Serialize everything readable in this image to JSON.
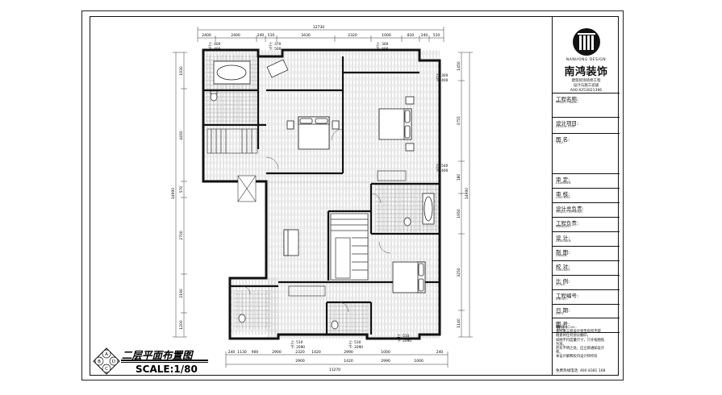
{
  "drawing": {
    "title": "二层平面布置图",
    "scale": "SCALE:1/80",
    "compass_letters": [
      "A",
      "B",
      "C",
      "D"
    ]
  },
  "title_block": {
    "brand_en": "NANHONG DESIGN",
    "brand_cn": "南鸿装饰",
    "brand_sub1": "建筑装饰装修工程",
    "brand_sub2": "设计与施工贰级",
    "brand_sub3": "A00:X253021396",
    "rows": [
      {
        "cn": "工程名称:",
        "en": "PROJECT NAME:"
      },
      {
        "cn": "设计项目:",
        "en": "DESIGN ITEM:"
      },
      {
        "cn": "图  名:",
        "en": "TITLE:"
      },
      {
        "cn": "审   定:",
        "en": "EXAMINER:"
      },
      {
        "cn": "审   核:",
        "en": "CHECKED:"
      },
      {
        "cn": "设计总负责:",
        "en": "PROJECT APPROVE:"
      },
      {
        "cn": "工程负责:",
        "en": "MANAGER:"
      },
      {
        "cn": "设    计:",
        "en": "DESIGNER:"
      },
      {
        "cn": "制    图:",
        "en": "DRAWN:"
      },
      {
        "cn": "校    对:",
        "en": "CHECKER:"
      },
      {
        "cn": "比    例:",
        "en": "SCALE:"
      },
      {
        "cn": "工程编号:",
        "en": "JOB NO.:"
      },
      {
        "cn": "日    期:",
        "en": "DATE:"
      },
      {
        "cn": "图    号:",
        "en": "DRAWING NO.:"
      }
    ],
    "note_title": "备注:",
    "note_lines": [
      "本图本工程设计师专有所不得",
      "随意将任何部分翻印。",
      "如图不符度量尺寸，只许按图纸",
      "为准。",
      "若有不明之处，应立即通知设计",
      "师。",
      "本设计解释权归设计师所有"
    ],
    "phone": "免费热线电话: 400 8381 168"
  },
  "dimensions": {
    "top_total": "12730",
    "top_segments": [
      "2400",
      "2400",
      "240",
      "510",
      "3430",
      "2320",
      "1000",
      "810",
      "240",
      "510"
    ],
    "bottom_total": "11270",
    "bottom_segments": [
      "240",
      "1130",
      "900",
      "2900",
      "2320",
      "1420",
      "2990",
      "1000",
      "240"
    ],
    "bottom_segments2": [
      "2900",
      "1420",
      "2990",
      "1000"
    ],
    "left_total": "14990",
    "left_segments": [
      "1930",
      "4450",
      "570",
      "2700",
      "2190",
      "1200"
    ],
    "right_segments": [
      "1450",
      "3755",
      "180",
      "1950",
      "3250",
      "1140"
    ],
    "right_total": "14990"
  },
  "elevations": [
    {
      "label": "上: 400",
      "sub": "下: 400"
    },
    {
      "label": "上: 370",
      "sub": "下: 500"
    },
    {
      "label": "上: 300",
      "sub": "下: 400"
    },
    {
      "label": "上: 300",
      "sub": "下: 400"
    },
    {
      "label": "上: 540",
      "sub": "下: 400"
    },
    {
      "label": "上: 510",
      "sub": "下: 2090"
    },
    {
      "label": "上: 510",
      "sub": "下: 2090"
    },
    {
      "label": "上: 510",
      "sub": "下: 2090"
    }
  ]
}
